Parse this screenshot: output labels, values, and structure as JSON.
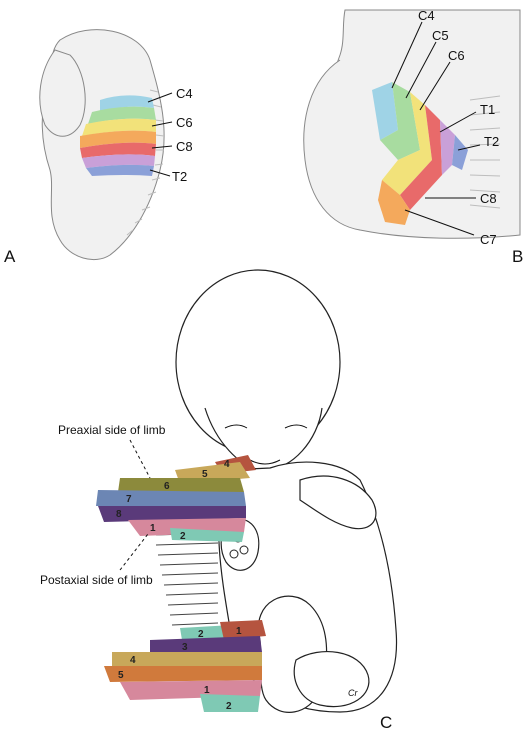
{
  "panels": {
    "a": {
      "letter": "A",
      "labels": [
        "C4",
        "C6",
        "C8",
        "T2"
      ],
      "band_colors": [
        "#9fd3e6",
        "#a8dca0",
        "#f2e27a",
        "#f4a95c",
        "#e86a6a",
        "#c9a0d8",
        "#8ba0d8"
      ]
    },
    "b": {
      "letter": "B",
      "labels": [
        "C4",
        "C5",
        "C6",
        "T1",
        "T2",
        "C8",
        "C7"
      ],
      "band_colors": [
        "#9fd3e6",
        "#a8dca0",
        "#f2e27a",
        "#e86a6a",
        "#c9a0d8",
        "#8ba0d8",
        "#f4a95c"
      ]
    },
    "c": {
      "letter": "C",
      "preaxial_label": "Preaxial side of limb",
      "postaxial_label": "Postaxial side of limb",
      "signature": "Cr",
      "upper_limb_numbers": [
        "4",
        "5",
        "6",
        "7",
        "8",
        "1",
        "2"
      ],
      "lower_limb_numbers": [
        "2",
        "1",
        "3",
        "4",
        "5",
        "1",
        "2"
      ],
      "dermatome_colors": {
        "c4": "#b5543f",
        "c5": "#c8a85a",
        "c6": "#8c8a3c",
        "c7": "#6c86b4",
        "c8": "#5a3a7a",
        "t1": "#d6889c",
        "t2": "#7fc9b4",
        "l1": "#b5543f",
        "l2": "#7fc9b4",
        "l3": "#5a3a7a",
        "l4": "#c8a85a",
        "l5": "#d07a3c",
        "s1": "#d6889c",
        "s2": "#7fc9b4"
      }
    }
  }
}
